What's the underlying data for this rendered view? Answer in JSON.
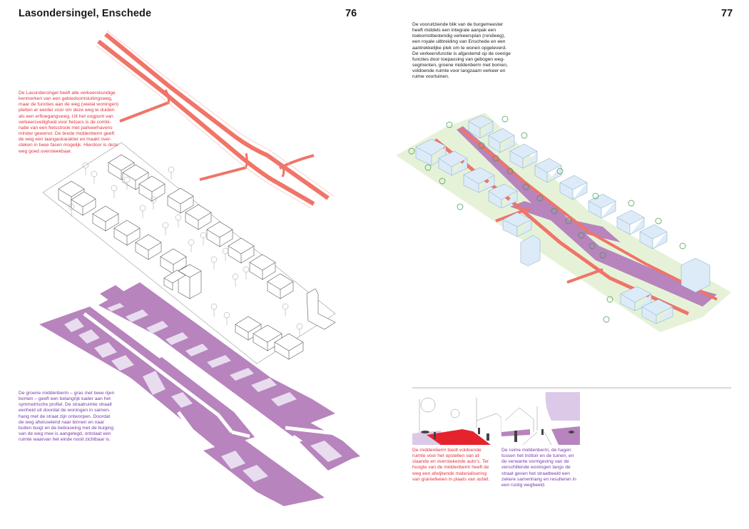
{
  "spread": {
    "left_page": {
      "title": "Lasondersingel, Enschede",
      "page_number": "76",
      "intro_text": "De Lasondersingel heeft alle verkeerskundige\nkenmerken van een gebiedsontsluitingsweg,\nmaar de functies aan de weg (veelal woningen)\npleiten er eerder voor om deze weg te duiden\nals een erftoegangsweg. Uit het oogpunt van\nverkeersveiligheid voor fietsers is de combi-\nnatie van een fietsstrook met parkeerhavens\nminder gewenst. De brede middenberm geeft\nde weg een laangaskarakter en maakt over-\nsteken in twee fasen mogelijk. Hierdoor is deze\nweg goed oversteekbaar.",
      "green_berm_text": "De groene middenberm – gras met twee rijen\nbomen – geeft een belangrijk kader aan het\nsymmetrische profiel. De straatruimte straalt\neenheid uit doordat de woningen in samen-\nhang met de straat zijn ontworpen. Doordat\nde weg afwisselend naar binnen en naar\nbuiten buigt en de bebouwing met de buiging\nvan de weg mee is aangelegd, ontstaat een\nruimte waarvan het einde nooit zichtbaar is.",
      "illustrations": [
        "road-network-axonometric",
        "buildings-trees-axonometric",
        "figure-ground-plan"
      ]
    },
    "right_page": {
      "page_number": "77",
      "intro_text": "De vooruitziende blik van de burgemeester\nheeft middels een integrale aanpak een\ntoekomstbestendig verkeersplan (rondweg),\neen royale uitbreiding van Enschede en een\naantrekkelijke plek om te wonen opgeleverd.\nDe verkeersfunctie is afgestemd op de overige\nfuncties door toepassing van gebogen weg-\nsegmenten, groene middenberm met bomen,\nvoldoende ruimte voor langzaam verkeer en\nruime voortuinen.",
      "caption_red": "De middenberm biedt voldoende\nruimte voor het opstellen van af-\nslaande en overstekende auto’s. Ter\nhoogte van de middenberm heeft de\nweg een afwijkende materialisering\nvan granietkeien in plaats van asfalt.",
      "caption_purple": "De ruime middenberm, de hagen\ntussen het trottoir en de tuinen, en\nde verwante vormgeving van de\nverschillende woningen langs de\nstraat geven het straatbeeld een\nzekere samenhang en resulteren in\neen rustig wegbeeld.",
      "illustrations": [
        "composite-street-axonometric",
        "street-sketch-red",
        "street-sketch-purple"
      ]
    }
  },
  "colors": {
    "red_text": "#e3323c",
    "purple_text": "#7a3aa8",
    "road_red": "#f07468",
    "berm_purple": "#b784bd",
    "building_lilac": "#e8dcef",
    "building_blue": "#dcebf7",
    "grass_green": "#e6f2d8",
    "divider_gray": "#d9d9d9"
  }
}
